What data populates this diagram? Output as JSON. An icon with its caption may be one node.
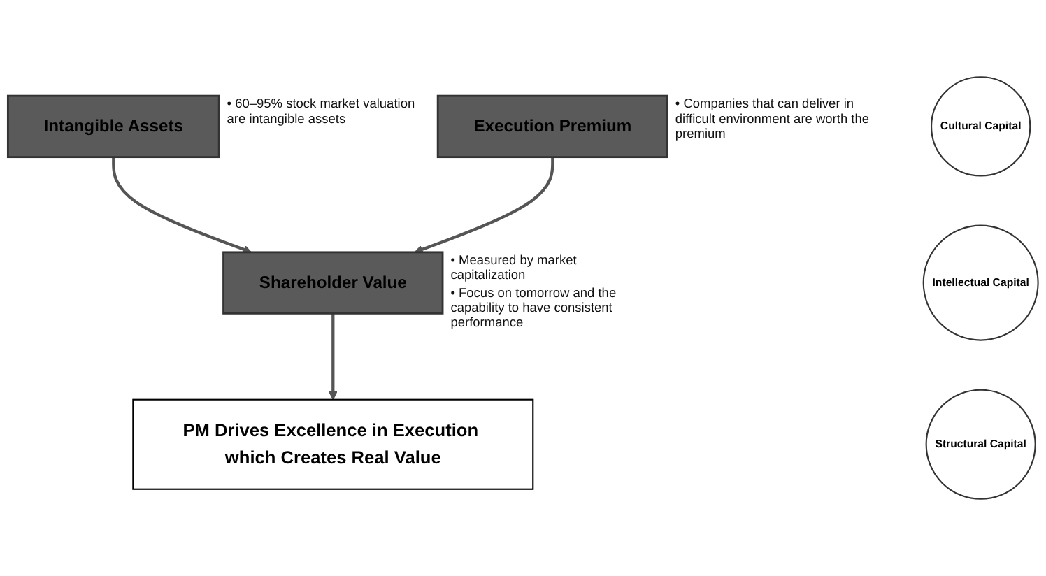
{
  "diagram": {
    "nodes": [
      {
        "text": [
          "Intangible Assets"
        ],
        "beside": [
          "• 60–95% stock market valuation are intangible assets"
        ]
      },
      {
        "text": [
          "Execution Premium"
        ],
        "beside": [
          "• Companies that can deliver in difficult environment are worth the premium"
        ]
      },
      {
        "text": [
          "Shareholder Value"
        ],
        "beside": [
          "• Measured by market capitalization",
          "• Focus on tomorrow and the capability to have consistent performance"
        ]
      },
      {
        "text": [
          "PM Drives Excellence in Execution which Creates Real Value"
        ]
      },
      {
        "text": [
          "Cultural Capital"
        ]
      },
      {
        "text": [
          "Intellectual Capital"
        ]
      },
      {
        "text": [
          "Structural Capital"
        ]
      }
    ],
    "edges": [
      {
        "from": 0,
        "to": 2,
        "arrow": "to"
      },
      {
        "from": 1,
        "to": 2,
        "arrow": "to"
      },
      {
        "from": 2,
        "to": 3,
        "arrow": "to"
      }
    ]
  }
}
